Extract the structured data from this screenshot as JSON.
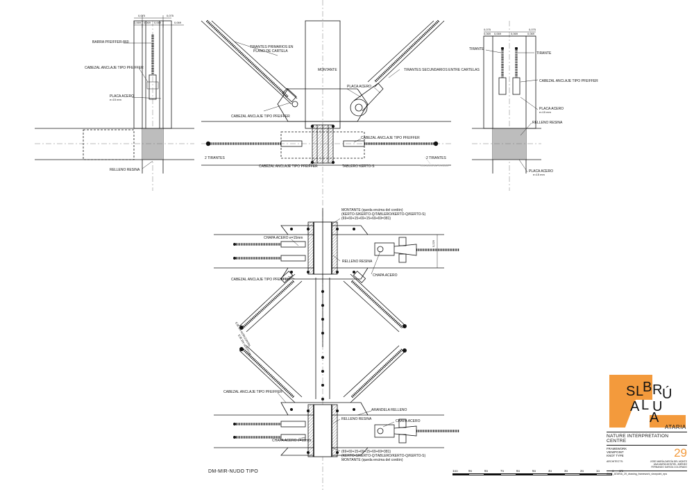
{
  "drawing_title": "DM-MIR-NUDO TIPO",
  "labels": {
    "top_left": {
      "dim_0075": "0,075",
      "dim_sub": [
        "0,069",
        "0,069",
        "0,069",
        "0,069"
      ],
      "barra": "BARRA PFEIFFER-860",
      "cabezal": "CABEZAL ANCLAJE TIPO PFEIFFER",
      "placa": "PLACA ACERO",
      "placa_e": "e=15 mm",
      "relleno": "RELLENO RESINA"
    },
    "top_center": {
      "tirantes_primarios": "TIRANTES PRIMARIOS EN",
      "plano_cartela": "PLANO DE CARTELA",
      "montante": "MONTANTE",
      "placa_acero": "PLACA ACERO",
      "tirantes_secundarios": "TIRANTES SECUNDARIOS ENTRE CARTELAS",
      "cabezal_1": "CABEZAL ANCLAJE TIPO PFEIFFER",
      "cabezal_2": "CABEZAL ANCLAJE TIPO PFEIFFER",
      "cabezal_3": "CABEZAL ANCLAJE TIPO PFEIFFER",
      "dos_tirantes_l": "2 TIRANTES",
      "dos_tirantes_r": "2 TIRANTES",
      "tablero": "TABLERO KERTO-S",
      "cordon": "CORDON DE CRUJIA"
    },
    "top_right": {
      "dim_0075": "0,075",
      "dim_sub": [
        "0,069",
        "0,069",
        "0,069",
        "0,069"
      ],
      "tirante_l": "TIRANTE",
      "tirante_r": "TIRANTE",
      "cabezal": "CABEZAL ANCLAJE TIPO PFEIFFER",
      "placa": "PLACA ACERO",
      "placa_e": "e=15 mm",
      "relleno": "RELLENO RESINA",
      "placa_b": "PLACA ACERO",
      "placa_b_e": "e=15 mm"
    },
    "middle": {
      "montante": "MONTANTE (queda encima del cordón)",
      "comp": "(KERTO-S/KERTO-Q/TABLERO/KERTO-Q/KERTO-S)",
      "dims": "(69+69+15+69+15+69+69=381)",
      "chapa": "CHAPA ACERO e=15mm",
      "relleno": "RELLENO RESINA",
      "chapa_acero": "CHAPA ACERO",
      "cabezal": "CABEZAL ANCLAJE TIPO PFEIFFER",
      "dim_v": "0,229",
      "eje_h": "EJE EN HORIZONTAL",
      "eje_v": "EJE EN VERTICAL"
    },
    "bottom": {
      "cabezal": "CABEZAL ANCLAJE TIPO PFEIFFER",
      "arandela": "ARANDELA RELLENO",
      "relleno": "RELLENO RESINA",
      "chapa": "CHAPA ACERO",
      "chapa_e": "CHAPA ACERO e=15mm",
      "dims": "(69+69+15+69+15+69+69=381)",
      "comp": "(KERTO-S/KERTO-Q/TABLERO/KERTO-Q/KERTO-S)",
      "montante": "MONTANTE (queda encima del cordón)"
    }
  },
  "title_block": {
    "logo_letters": [
      "S",
      "L",
      "B",
      "R",
      "Ú",
      "A",
      "L",
      "U",
      "A"
    ],
    "brand": "ATARIA",
    "project": "NATURE INTERPRETATION CENTRE",
    "subject": [
      "FRAMEWORK",
      "VIEWPOINT",
      "KNOT TYPE"
    ],
    "sheet_number": "29",
    "architects_label": "ARCHITECTS:",
    "architects": [
      "JOSE MARÍA GARCÍA DEL MONTE",
      "ANA MARÍA MONTIEL JIMÉNEZ",
      "FERNANDO GARCÍA COLORADO"
    ],
    "file": "GIVE_ATARIA_29_drawing_framework_viewpoint_eps",
    "accent_color": "#f39a3c"
  },
  "scale_bar": {
    "ticks": [
      "1oo",
      "9o",
      "8o",
      "7o",
      "6o",
      "5o",
      "4o",
      "3o",
      "2o",
      "1o",
      "o",
      "cm"
    ]
  }
}
